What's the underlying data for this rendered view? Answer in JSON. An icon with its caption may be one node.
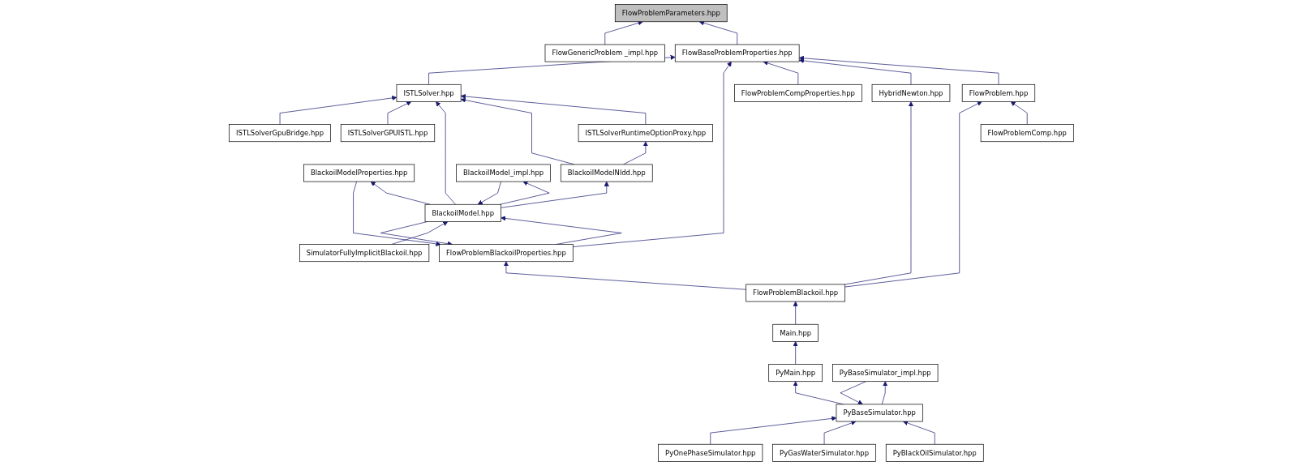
{
  "diagram": {
    "nodes": [
      {
        "text": [
          "FlowProblemParameters.hpp"
        ]
      },
      {
        "text": [
          "FlowBaseProblemProperties.hpp"
        ]
      },
      {
        "text": [
          "FlowGenericProblem _impl.hpp"
        ]
      },
      {
        "text": [
          "FlowProblem.hpp"
        ]
      },
      {
        "text": [
          "HybridNewton.hpp"
        ]
      },
      {
        "text": [
          "FlowProblemCompProperties.hpp"
        ]
      },
      {
        "text": [
          "FlowProblemBlackoilProperties.hpp"
        ]
      },
      {
        "text": [
          "ISTLSolver.hpp"
        ]
      },
      {
        "text": [
          "FlowProblemComp.hpp"
        ]
      },
      {
        "text": [
          "FlowProblemBlackoil.hpp"
        ]
      },
      {
        "text": [
          "ISTLSolverRuntimeOptionProxy.hpp"
        ]
      },
      {
        "text": [
          "ISTLSolverGPUISTL.hpp"
        ]
      },
      {
        "text": [
          "ISTLSolverGpuBridge.hpp"
        ]
      },
      {
        "text": [
          "Main.hpp"
        ]
      },
      {
        "text": [
          "BlackoilModelProperties.hpp"
        ]
      },
      {
        "text": [
          "BlackoilModelNldd.hpp"
        ]
      },
      {
        "text": [
          "PyMain.hpp"
        ]
      },
      {
        "text": [
          "BlackoilModel.hpp"
        ]
      },
      {
        "text": [
          "PyBaseSimulator.hpp"
        ]
      },
      {
        "text": [
          "SimulatorFullyImplicitBlackoil.hpp"
        ]
      },
      {
        "text": [
          "BlackoilModel_impl.hpp"
        ]
      },
      {
        "text": [
          "PyBaseSimulator_impl.hpp"
        ]
      },
      {
        "text": [
          "PyBlackOilSimulator.hpp"
        ]
      },
      {
        "text": [
          "PyGasWaterSimulator.hpp"
        ]
      },
      {
        "text": [
          "PyOnePhaseSimulator.hpp"
        ]
      }
    ],
    "edges": [
      {
        "from": 1,
        "to": 0,
        "arrow": "to"
      },
      {
        "from": 2,
        "to": 0,
        "arrow": "to"
      },
      {
        "from": 3,
        "to": 1,
        "arrow": "to"
      },
      {
        "from": 4,
        "to": 1,
        "arrow": "to"
      },
      {
        "from": 5,
        "to": 1,
        "arrow": "to"
      },
      {
        "from": 6,
        "to": 1,
        "arrow": "to"
      },
      {
        "from": 7,
        "to": 1,
        "arrow": "to"
      },
      {
        "from": 8,
        "to": 3,
        "arrow": "to"
      },
      {
        "from": 9,
        "to": 3,
        "arrow": "to"
      },
      {
        "from": 9,
        "to": 4,
        "arrow": "to"
      },
      {
        "from": 9,
        "to": 6,
        "arrow": "to"
      },
      {
        "from": 14,
        "to": 6,
        "arrow": "to"
      },
      {
        "from": 17,
        "to": 6,
        "arrow": "to"
      },
      {
        "from": 6,
        "to": 17,
        "arrow": "to"
      },
      {
        "from": 10,
        "to": 7,
        "arrow": "to"
      },
      {
        "from": 15,
        "to": 7,
        "arrow": "to"
      },
      {
        "from": 17,
        "to": 7,
        "arrow": "to"
      },
      {
        "from": 11,
        "to": 7,
        "arrow": "to"
      },
      {
        "from": 12,
        "to": 7,
        "arrow": "to"
      },
      {
        "from": 13,
        "to": 9,
        "arrow": "to"
      },
      {
        "from": 15,
        "to": 10,
        "arrow": "to"
      },
      {
        "from": 17,
        "to": 14,
        "arrow": "to"
      },
      {
        "from": 17,
        "to": 15,
        "arrow": "to"
      },
      {
        "from": 16,
        "to": 13,
        "arrow": "to"
      },
      {
        "from": 18,
        "to": 16,
        "arrow": "to"
      },
      {
        "from": 19,
        "to": 17,
        "arrow": "to"
      },
      {
        "from": 20,
        "to": 17,
        "arrow": "to"
      },
      {
        "from": 17,
        "to": 20,
        "arrow": "to"
      },
      {
        "from": 21,
        "to": 18,
        "arrow": "to"
      },
      {
        "from": 18,
        "to": 21,
        "arrow": "to"
      },
      {
        "from": 22,
        "to": 18,
        "arrow": "to"
      },
      {
        "from": 23,
        "to": 18,
        "arrow": "to"
      },
      {
        "from": 24,
        "to": 18,
        "arrow": "to"
      }
    ]
  }
}
